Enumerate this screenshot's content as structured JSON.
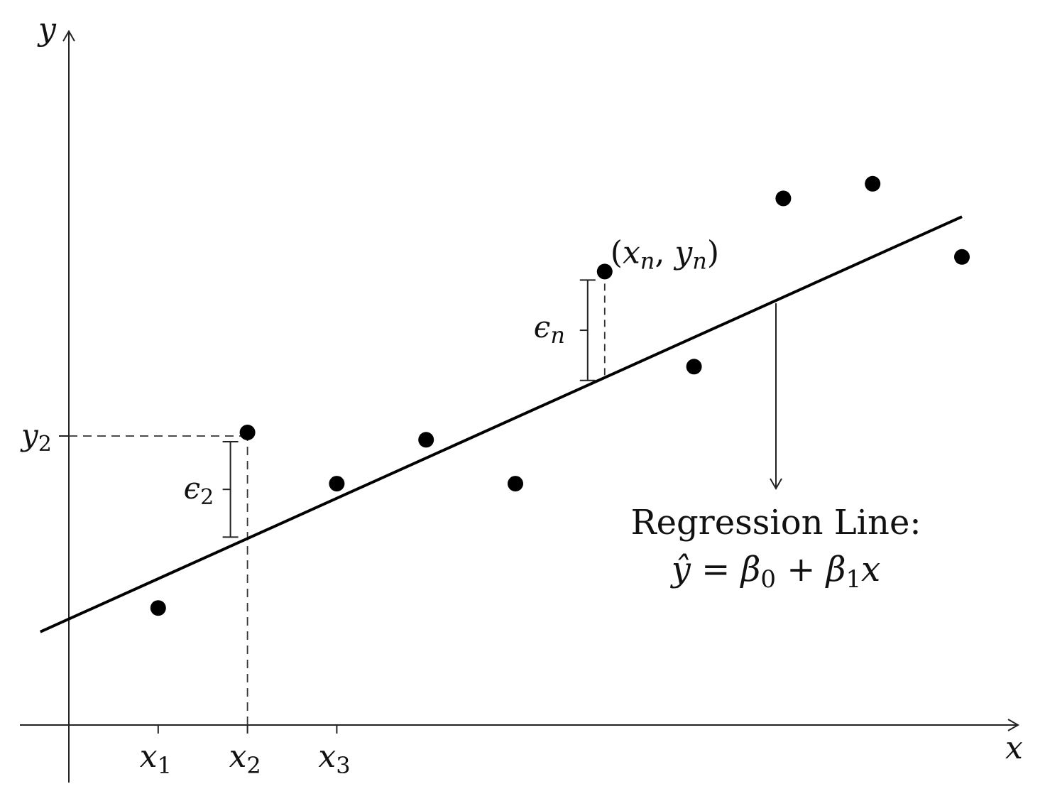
{
  "axes": {
    "x_label": "x",
    "y_label": "y",
    "x_ticks": [
      {
        "main": "x",
        "sub": "1"
      },
      {
        "main": "x",
        "sub": "2"
      },
      {
        "main": "x",
        "sub": "3"
      }
    ],
    "y_tick": {
      "main": "y",
      "sub": "2"
    }
  },
  "residuals": [
    {
      "main": "ϵ",
      "sub": "2"
    },
    {
      "main": "ϵ",
      "sub": "n"
    }
  ],
  "point_label": {
    "open": "(",
    "x": "x",
    "x_sub": "n",
    "comma": ", ",
    "y": "y",
    "y_sub": "n",
    "close": ")"
  },
  "regression": {
    "title": "Regression Line:",
    "yhat": "ŷ",
    "eq": " = ",
    "b0": "β",
    "b0_sub": "0",
    "plus": " + ",
    "b1": "β",
    "b1_sub": "1",
    "x": "x"
  },
  "chart_data": {
    "type": "scatter",
    "title": "",
    "xlabel": "x",
    "ylabel": "y",
    "points": [
      {
        "x": 1,
        "y": 1.6
      },
      {
        "x": 2,
        "y": 4.0
      },
      {
        "x": 3,
        "y": 3.3
      },
      {
        "x": 4,
        "y": 3.9
      },
      {
        "x": 5,
        "y": 3.3
      },
      {
        "x": 6,
        "y": 6.2
      },
      {
        "x": 7,
        "y": 4.9
      },
      {
        "x": 8,
        "y": 7.2
      },
      {
        "x": 9,
        "y": 7.4
      },
      {
        "x": 10,
        "y": 6.4
      }
    ],
    "regression_line": {
      "intercept": 1.45,
      "slope": 0.55
    },
    "xlim": [
      0,
      10.8
    ],
    "ylim": [
      0,
      9.5
    ],
    "labeled_points": {
      "x2_index": 1,
      "xn_index": 5
    }
  }
}
